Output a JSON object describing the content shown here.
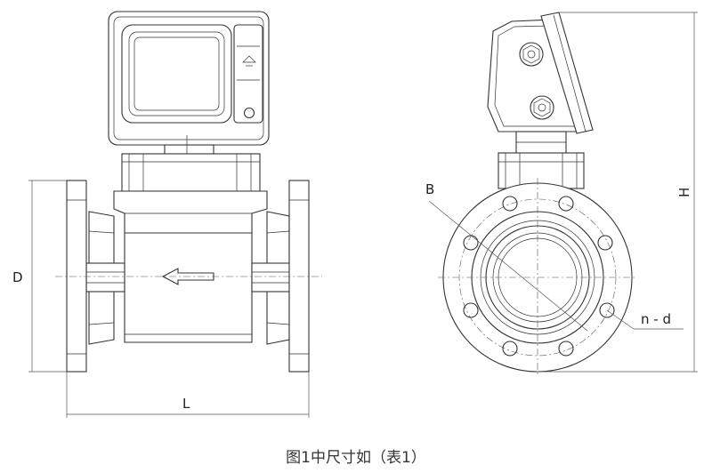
{
  "labels": {
    "D": "D",
    "L": "L",
    "B": "B",
    "H": "H",
    "nd": "n - d"
  },
  "caption": "图1中尺寸如（表1）",
  "colors": {
    "line": "#333333",
    "dim": "#555555",
    "body": "#ffffff"
  }
}
